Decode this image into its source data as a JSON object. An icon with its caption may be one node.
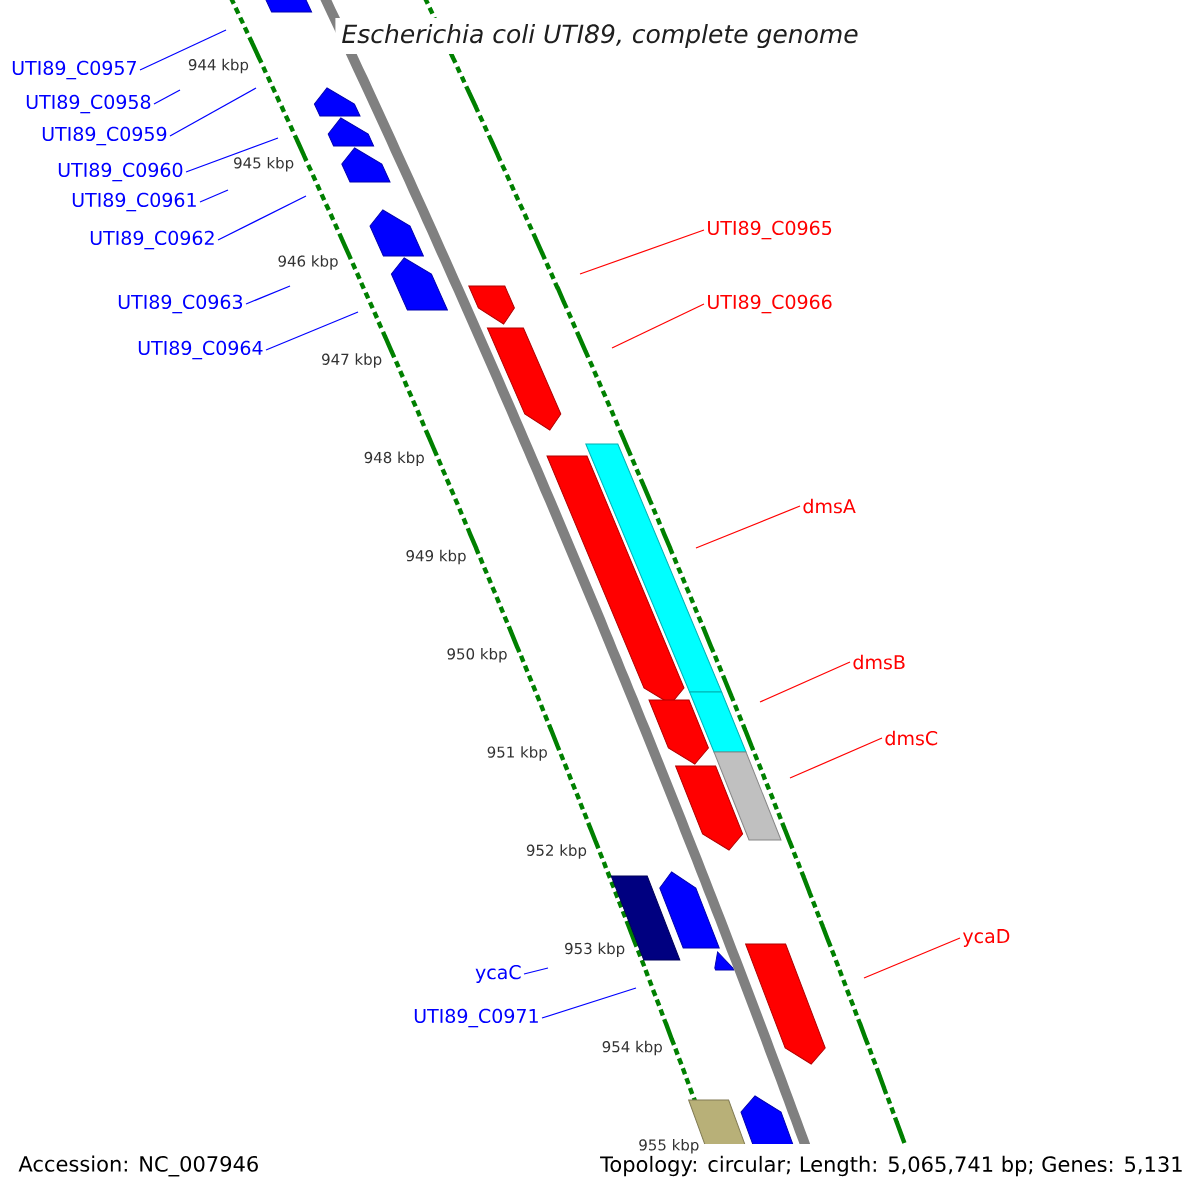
{
  "diagram": {
    "title": "Escherichia coli UTI89, complete genome",
    "nodes": [
      {
        "text": [
          "UTI89_C0957"
        ]
      },
      {
        "text": [
          "UTI89_C0958"
        ]
      },
      {
        "text": [
          "UTI89_C0959"
        ]
      },
      {
        "text": [
          "UTI89_C0960"
        ]
      },
      {
        "text": [
          "UTI89_C0961"
        ]
      },
      {
        "text": [
          "UTI89_C0965"
        ]
      },
      {
        "text": [
          "UTI89_C0962"
        ]
      },
      {
        "text": [
          "UTI89_C0963"
        ]
      },
      {
        "text": [
          "UTI89_C0966"
        ]
      },
      {
        "text": [
          "UTI89_C0964"
        ]
      },
      {
        "text": [
          "dmsA"
        ]
      },
      {
        "text": [
          "dmsB"
        ]
      },
      {
        "text": [
          "dmsC"
        ]
      },
      {
        "text": [
          "ycaD"
        ]
      },
      {
        "text": [
          "ycaC"
        ]
      },
      {
        "text": [
          "UTI89_C0971"
        ]
      }
    ],
    "edges": [
      {
        "from": 0,
        "to": null,
        "arrow": "none"
      },
      {
        "from": 1,
        "to": null,
        "arrow": "none"
      },
      {
        "from": 2,
        "to": null,
        "arrow": "none"
      },
      {
        "from": 3,
        "to": null,
        "arrow": "none"
      },
      {
        "from": 4,
        "to": null,
        "arrow": "none"
      },
      {
        "from": 5,
        "to": null,
        "arrow": "none",
        "color": "#ff0000"
      },
      {
        "from": 6,
        "to": null,
        "arrow": "none"
      },
      {
        "from": 7,
        "to": null,
        "arrow": "none"
      },
      {
        "from": 8,
        "to": null,
        "arrow": "none",
        "color": "#ff0000"
      },
      {
        "from": 9,
        "to": null,
        "arrow": "none"
      },
      {
        "from": 10,
        "to": null,
        "arrow": "none",
        "color": "#ff0000"
      },
      {
        "from": 11,
        "to": null,
        "arrow": "none",
        "color": "#ff0000"
      },
      {
        "from": 12,
        "to": null,
        "arrow": "none",
        "color": "#ff0000"
      },
      {
        "from": 13,
        "to": null,
        "arrow": "none",
        "color": "#ff0000"
      },
      {
        "from": 14,
        "to": null,
        "arrow": "none"
      },
      {
        "from": 15,
        "to": null,
        "arrow": "none"
      }
    ],
    "labels": [
      "944 kbp",
      "945 kbp",
      "946 kbp",
      "947 kbp",
      "948 kbp",
      "949 kbp",
      "950 kbp",
      "951 kbp",
      "952 kbp",
      "953 kbp",
      "954 kbp",
      "955 kbp",
      "Accession: NC_007946",
      "Topology: circular; Length: 5,065,741 bp; Genes: 5,131"
    ]
  }
}
